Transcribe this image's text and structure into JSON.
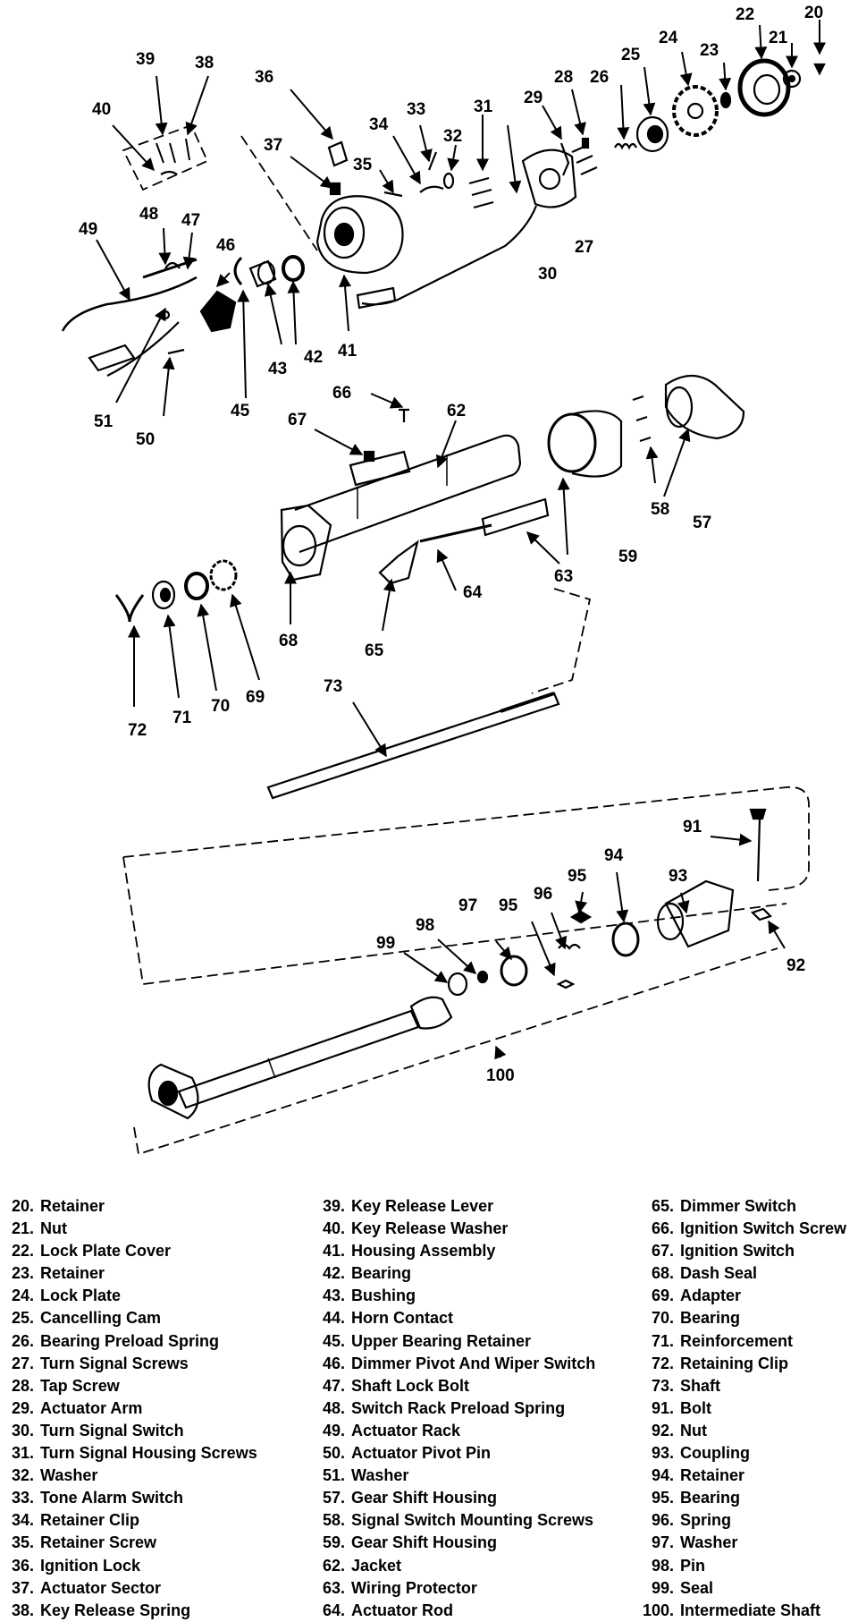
{
  "callouts": {
    "c20": "20",
    "c21": "21",
    "c22": "22",
    "c23": "23",
    "c24": "24",
    "c25": "25",
    "c26": "26",
    "c27": "27",
    "c28": "28",
    "c29": "29",
    "c30": "30",
    "c31": "31",
    "c32": "32",
    "c33": "33",
    "c34": "34",
    "c35": "35",
    "c36": "36",
    "c37": "37",
    "c38": "38",
    "c39": "39",
    "c40": "40",
    "c41": "41",
    "c42": "42",
    "c43": "43",
    "c45": "45",
    "c46": "46",
    "c47": "47",
    "c48": "48",
    "c49": "49",
    "c50": "50",
    "c51": "51",
    "c57": "57",
    "c58": "58",
    "c59": "59",
    "c62": "62",
    "c63": "63",
    "c64": "64",
    "c65": "65",
    "c66": "66",
    "c67": "67",
    "c68": "68",
    "c69": "69",
    "c70": "70",
    "c71": "71",
    "c72": "72",
    "c73": "73",
    "c91": "91",
    "c92": "92",
    "c93": "93",
    "c94": "94",
    "c95a": "95",
    "c95b": "95",
    "c96": "96",
    "c97": "97",
    "c98": "98",
    "c99": "99",
    "c100": "100"
  },
  "legend": {
    "col1": [
      {
        "num": "20.",
        "label": "Retainer"
      },
      {
        "num": "21.",
        "label": "Nut"
      },
      {
        "num": "22.",
        "label": "Lock Plate Cover"
      },
      {
        "num": "23.",
        "label": "Retainer"
      },
      {
        "num": "24.",
        "label": "Lock Plate"
      },
      {
        "num": "25.",
        "label": "Cancelling Cam"
      },
      {
        "num": "26.",
        "label": "Bearing Preload Spring"
      },
      {
        "num": "27.",
        "label": "Turn Signal Screws"
      },
      {
        "num": "28.",
        "label": "Tap Screw"
      },
      {
        "num": "29.",
        "label": "Actuator Arm"
      },
      {
        "num": "30.",
        "label": "Turn Signal Switch"
      },
      {
        "num": "31.",
        "label": "Turn Signal Housing Screws"
      },
      {
        "num": "32.",
        "label": "Washer"
      },
      {
        "num": "33.",
        "label": "Tone Alarm Switch"
      },
      {
        "num": "34.",
        "label": "Retainer Clip"
      },
      {
        "num": "35.",
        "label": "Retainer Screw"
      },
      {
        "num": "36.",
        "label": "Ignition Lock"
      },
      {
        "num": "37.",
        "label": "Actuator Sector"
      },
      {
        "num": "38.",
        "label": "Key Release Spring"
      }
    ],
    "col2": [
      {
        "num": "39.",
        "label": "Key Release Lever"
      },
      {
        "num": "40.",
        "label": "Key Release Washer"
      },
      {
        "num": "41.",
        "label": "Housing Assembly"
      },
      {
        "num": "42.",
        "label": "Bearing"
      },
      {
        "num": "43.",
        "label": "Bushing"
      },
      {
        "num": "44.",
        "label": "Horn Contact"
      },
      {
        "num": "45.",
        "label": "Upper Bearing Retainer"
      },
      {
        "num": "46.",
        "label": "Dimmer Pivot And Wiper Switch"
      },
      {
        "num": "47.",
        "label": "Shaft Lock Bolt"
      },
      {
        "num": "48.",
        "label": "Switch Rack Preload Spring"
      },
      {
        "num": "49.",
        "label": "Actuator Rack"
      },
      {
        "num": "50.",
        "label": "Actuator Pivot Pin"
      },
      {
        "num": "51.",
        "label": "Washer"
      },
      {
        "num": "57.",
        "label": "Gear Shift Housing"
      },
      {
        "num": "58.",
        "label": "Signal Switch Mounting Screws"
      },
      {
        "num": "59.",
        "label": "Gear Shift Housing"
      },
      {
        "num": "62.",
        "label": "Jacket"
      },
      {
        "num": "63.",
        "label": "Wiring Protector"
      },
      {
        "num": "64.",
        "label": "Actuator Rod"
      }
    ],
    "col3": [
      {
        "num": "65.",
        "label": "Dimmer Switch"
      },
      {
        "num": "66.",
        "label": "Ignition Switch Screw"
      },
      {
        "num": "67.",
        "label": "Ignition Switch"
      },
      {
        "num": "68.",
        "label": "Dash Seal"
      },
      {
        "num": "69.",
        "label": "Adapter"
      },
      {
        "num": "70.",
        "label": "Bearing"
      },
      {
        "num": "71.",
        "label": "Reinforcement"
      },
      {
        "num": "72.",
        "label": "Retaining Clip"
      },
      {
        "num": "73.",
        "label": "Shaft"
      },
      {
        "num": "91.",
        "label": "Bolt"
      },
      {
        "num": "92.",
        "label": "Nut"
      },
      {
        "num": "93.",
        "label": "Coupling"
      },
      {
        "num": "94.",
        "label": "Retainer"
      },
      {
        "num": "95.",
        "label": "Bearing"
      },
      {
        "num": "96.",
        "label": "Spring"
      },
      {
        "num": "97.",
        "label": "Washer"
      },
      {
        "num": "98.",
        "label": "Pin"
      },
      {
        "num": "99.",
        "label": "Seal"
      },
      {
        "num": "100.",
        "label": "Intermediate Shaft"
      }
    ]
  }
}
